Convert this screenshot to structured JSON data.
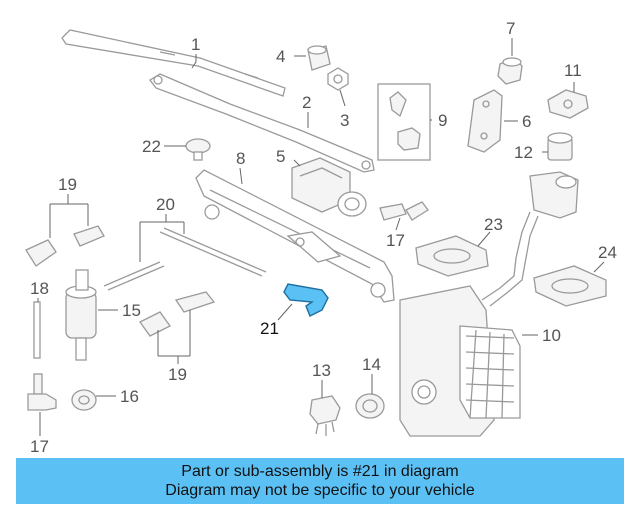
{
  "callouts": [
    {
      "id": "1",
      "label": "1"
    },
    {
      "id": "2",
      "label": "2"
    },
    {
      "id": "3",
      "label": "3"
    },
    {
      "id": "4",
      "label": "4"
    },
    {
      "id": "5",
      "label": "5"
    },
    {
      "id": "6",
      "label": "6"
    },
    {
      "id": "7",
      "label": "7"
    },
    {
      "id": "8",
      "label": "8"
    },
    {
      "id": "9",
      "label": "9"
    },
    {
      "id": "10",
      "label": "10"
    },
    {
      "id": "11",
      "label": "11"
    },
    {
      "id": "12",
      "label": "12"
    },
    {
      "id": "13",
      "label": "13"
    },
    {
      "id": "14",
      "label": "14"
    },
    {
      "id": "15",
      "label": "15"
    },
    {
      "id": "16",
      "label": "16"
    },
    {
      "id": "17a",
      "label": "17"
    },
    {
      "id": "17b",
      "label": "17"
    },
    {
      "id": "18",
      "label": "18"
    },
    {
      "id": "19a",
      "label": "19"
    },
    {
      "id": "19b",
      "label": "19"
    },
    {
      "id": "20",
      "label": "20"
    },
    {
      "id": "21",
      "label": "21"
    },
    {
      "id": "22",
      "label": "22"
    },
    {
      "id": "23",
      "label": "23"
    },
    {
      "id": "24",
      "label": "24"
    }
  ],
  "highlight": {
    "part": "21",
    "color": "#5bc1f5",
    "outline": "#1d6fa0"
  },
  "banner": {
    "line1": "Part or sub-assembly is #21 in diagram",
    "line2": "Diagram may not be specific to your vehicle",
    "color": "#5bc1f5"
  }
}
